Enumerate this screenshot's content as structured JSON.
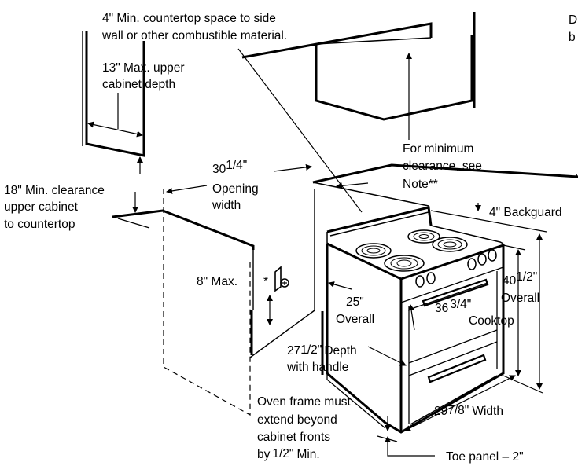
{
  "labels": {
    "countertop_space_l1": "4\" Min. countertop space to side",
    "countertop_space_l2": "wall or other combustible material.",
    "cabinet_depth_l1": "13\" Max. upper",
    "cabinet_depth_l2": "cabinet depth",
    "clearance_l1": "18\" Min. clearance",
    "clearance_l2": "upper cabinet",
    "clearance_l3": "to countertop",
    "opening_whole": "30",
    "opening_frac": "1/4\"",
    "opening_l2": "Opening",
    "opening_l3": "width",
    "outlet_max": "8\" Max.",
    "outlet_note": "*",
    "note_l1": "For minimum",
    "note_l2": "clearance, see",
    "note_l3": "Note**",
    "backguard": "4\" Backguard",
    "overall_whole": "40",
    "overall_frac": "1/2\"",
    "overall_label": "Overall",
    "depth25": "25\"",
    "depth25_label": "Overall",
    "cooktop_whole": "36",
    "cooktop_frac": "3/4\"",
    "cooktop_label": "Cooktop",
    "handle_whole": "27",
    "handle_frac": "1/2\"",
    "handle_depth": "Depth",
    "handle_l2": "with handle",
    "frame_l1": "Oven frame must",
    "frame_l2": "extend beyond",
    "frame_l3": "cabinet fronts",
    "frame_l4_pre": "by",
    "frame_l4_frac": "1/2\"",
    "frame_l4_post": "Min.",
    "width_whole": "29",
    "width_frac": "7/8\"",
    "width_label": "Width",
    "toe_panel": "Toe panel – 2\"",
    "cut_d": "D",
    "cut_b": "b"
  }
}
